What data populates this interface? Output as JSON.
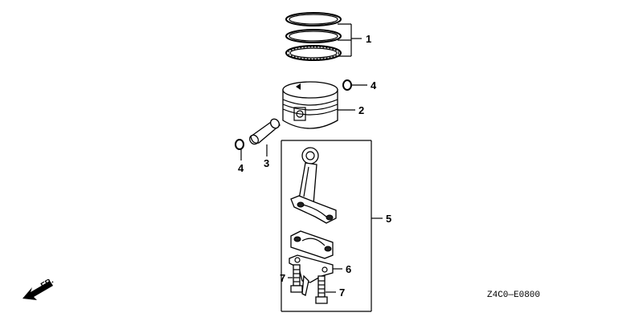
{
  "diagram": {
    "callouts": {
      "piston_rings": "1",
      "piston": "2",
      "piston_pin": "3",
      "pin_clip_right": "4",
      "pin_clip_left": "4",
      "connecting_rod_assembly": "5",
      "oil_dipper": "6",
      "rod_bolt_left": "7",
      "rod_bolt_right": "7"
    },
    "direction_label": "FR.",
    "drawing_code": "Z4C0—E0800"
  }
}
